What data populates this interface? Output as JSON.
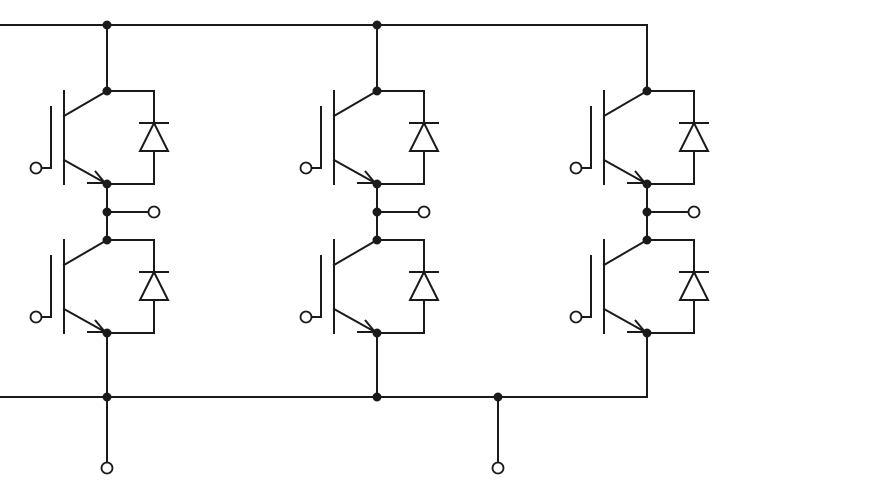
{
  "diagram": {
    "type": "three-phase IGBT bridge schematic",
    "legs": [
      {
        "id": "leg-1",
        "output_terminal": true
      },
      {
        "id": "leg-2",
        "output_terminal": true
      },
      {
        "id": "leg-3",
        "output_terminal": true
      }
    ],
    "components_per_leg": [
      "igbt-high",
      "diode-high",
      "igbt-low",
      "diode-low"
    ],
    "colors": {
      "line": "#1a1a1a",
      "background": "#ffffff",
      "terminal_fill": "#ffffff"
    }
  }
}
